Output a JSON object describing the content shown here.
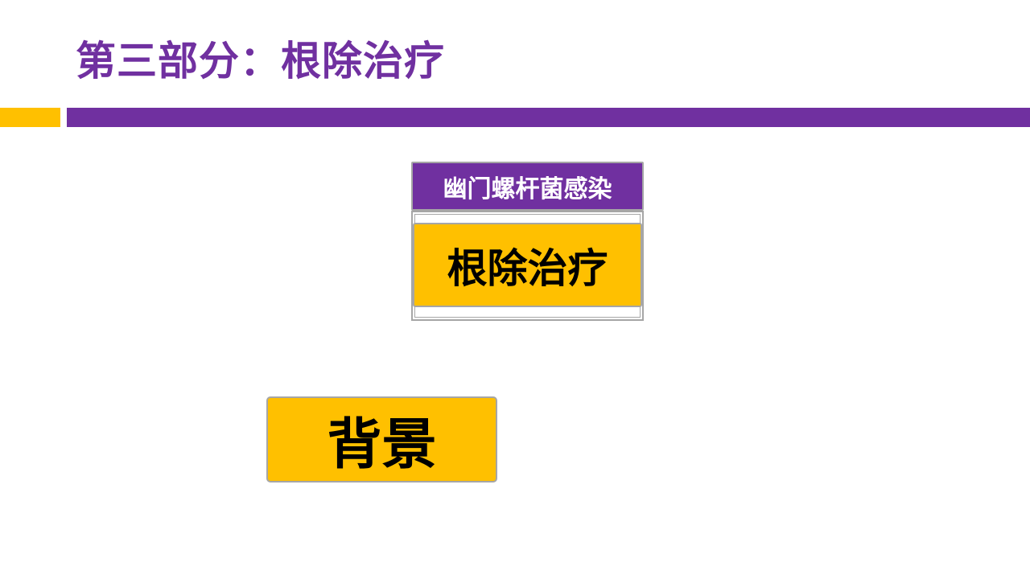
{
  "slide": {
    "title": "第三部分：根除治疗"
  },
  "card": {
    "header_label": "幽门螺杆菌感染",
    "main_label": "根除治疗"
  },
  "background_button": {
    "label": "背景"
  },
  "colors": {
    "purple": "#7030A0",
    "yellow": "#FFC000",
    "border_gray": "#A6A6A6"
  }
}
